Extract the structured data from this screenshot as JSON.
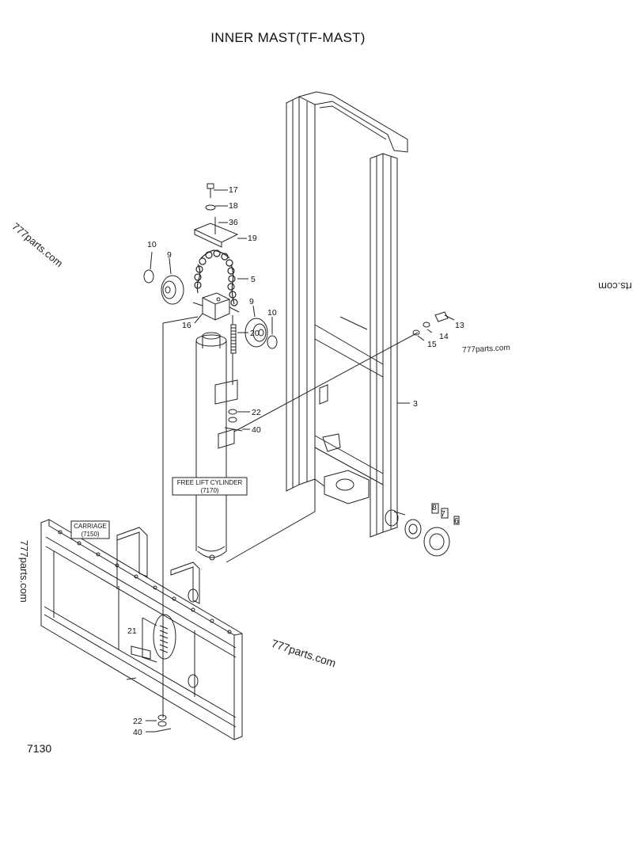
{
  "title": "INNER MAST(TF-MAST)",
  "drawing_code": "7130",
  "watermark": "777parts.com",
  "watermark_partial": "rts.com",
  "boxes": {
    "free_lift": {
      "line1": "FREE LIFT CYLINDER",
      "line2": "(7170)"
    },
    "carriage": {
      "line1": "CARRIAGE",
      "line2": "(7150)"
    }
  },
  "callouts": {
    "c3": "3",
    "c5": "5",
    "c6": "6",
    "c7": "7",
    "c8": "8",
    "c9a": "9",
    "c9b": "9",
    "c10a": "10",
    "c10b": "10",
    "c13": "13",
    "c14": "14",
    "c15": "15",
    "c16": "16",
    "c17": "17",
    "c18": "18",
    "c19": "19",
    "c20": "20",
    "c21": "21",
    "c22a": "22",
    "c22b": "22",
    "c36": "36",
    "c40a": "40",
    "c40b": "40"
  }
}
